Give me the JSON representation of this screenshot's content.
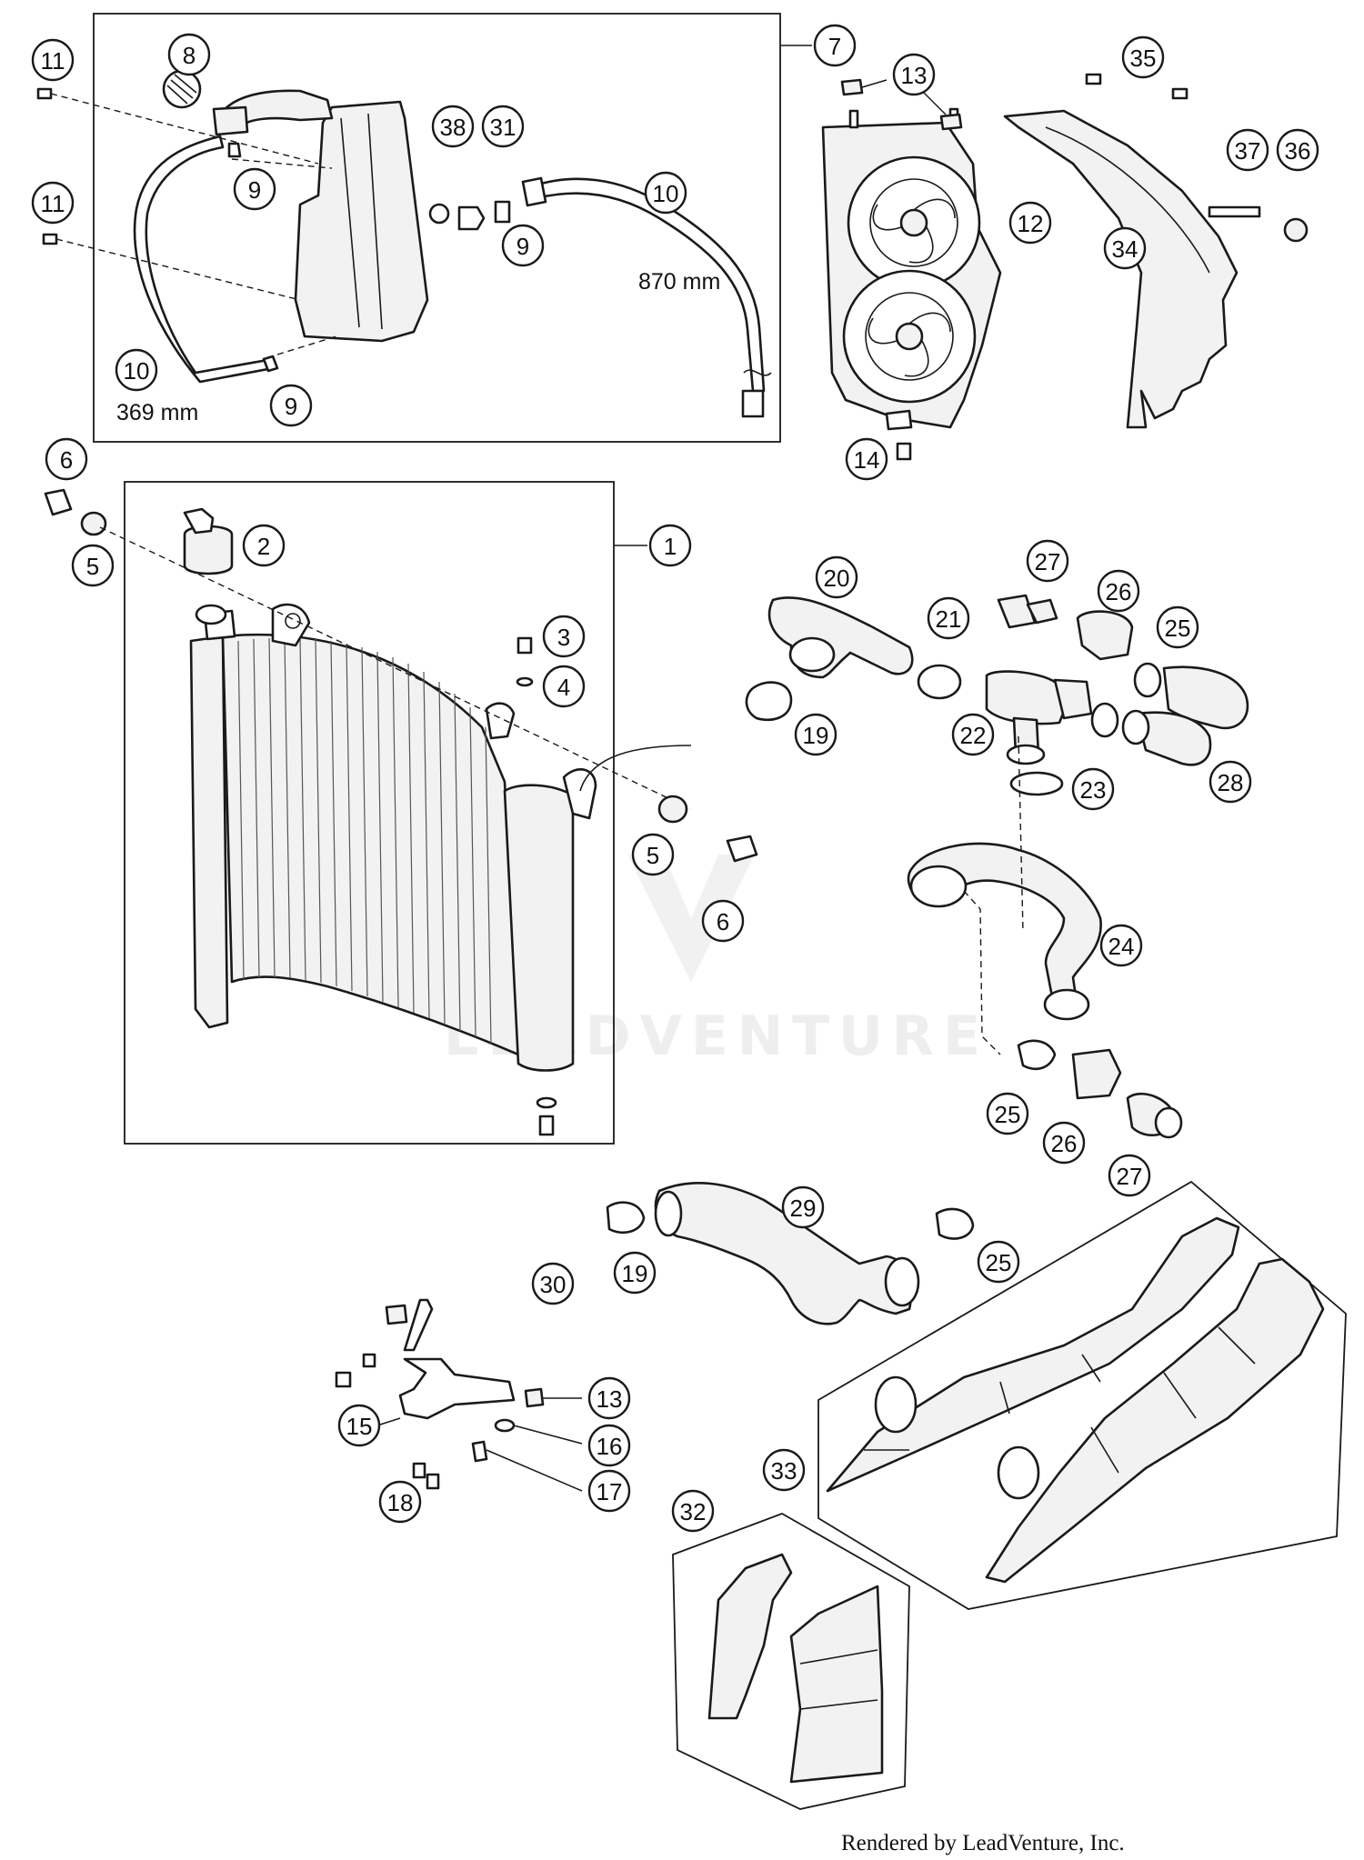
{
  "callouts": [
    {
      "id": "c11a",
      "label": "11"
    },
    {
      "id": "c8",
      "label": "8"
    },
    {
      "id": "c9a",
      "label": "9"
    },
    {
      "id": "c11b",
      "label": "11"
    },
    {
      "id": "c10a",
      "label": "10"
    },
    {
      "id": "c9b",
      "label": "9"
    },
    {
      "id": "c38",
      "label": "38"
    },
    {
      "id": "c31",
      "label": "31"
    },
    {
      "id": "c9c",
      "label": "9"
    },
    {
      "id": "c10b",
      "label": "10"
    },
    {
      "id": "c7",
      "label": "7"
    },
    {
      "id": "c13a",
      "label": "13"
    },
    {
      "id": "c12",
      "label": "12"
    },
    {
      "id": "c14",
      "label": "14"
    },
    {
      "id": "c35",
      "label": "35"
    },
    {
      "id": "c37",
      "label": "37"
    },
    {
      "id": "c36",
      "label": "36"
    },
    {
      "id": "c34",
      "label": "34"
    },
    {
      "id": "c6a",
      "label": "6"
    },
    {
      "id": "c5a",
      "label": "5"
    },
    {
      "id": "c2",
      "label": "2"
    },
    {
      "id": "c1",
      "label": "1"
    },
    {
      "id": "c3",
      "label": "3"
    },
    {
      "id": "c4",
      "label": "4"
    },
    {
      "id": "c19a",
      "label": "19"
    },
    {
      "id": "c5b",
      "label": "5"
    },
    {
      "id": "c6b",
      "label": "6"
    },
    {
      "id": "c20",
      "label": "20"
    },
    {
      "id": "c21",
      "label": "21"
    },
    {
      "id": "c27a",
      "label": "27"
    },
    {
      "id": "c26a",
      "label": "26"
    },
    {
      "id": "c25a",
      "label": "25"
    },
    {
      "id": "c22",
      "label": "22"
    },
    {
      "id": "c23",
      "label": "23"
    },
    {
      "id": "c28",
      "label": "28"
    },
    {
      "id": "c24",
      "label": "24"
    },
    {
      "id": "c25b",
      "label": "25"
    },
    {
      "id": "c26b",
      "label": "26"
    },
    {
      "id": "c27b",
      "label": "27"
    },
    {
      "id": "c29",
      "label": "29"
    },
    {
      "id": "c19b",
      "label": "19"
    },
    {
      "id": "c25c",
      "label": "25"
    },
    {
      "id": "c30",
      "label": "30"
    },
    {
      "id": "c13b",
      "label": "13"
    },
    {
      "id": "c15",
      "label": "15"
    },
    {
      "id": "c16",
      "label": "16"
    },
    {
      "id": "c17",
      "label": "17"
    },
    {
      "id": "c18",
      "label": "18"
    },
    {
      "id": "c33",
      "label": "33"
    },
    {
      "id": "c32",
      "label": "32"
    }
  ],
  "dimensions": {
    "hose_long": "870 mm",
    "hose_short": "369 mm"
  },
  "watermark": "LEADVENTURE",
  "credit": "Rendered by LeadVenture, Inc."
}
